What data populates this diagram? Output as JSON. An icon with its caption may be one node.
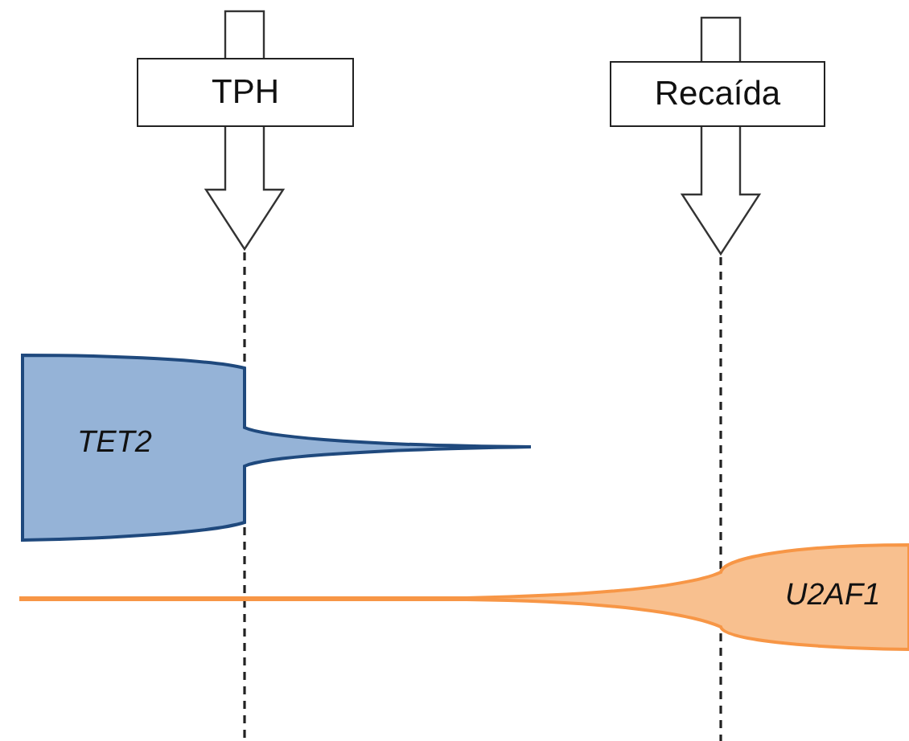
{
  "diagram": {
    "nodes": [
      {
        "text": [
          "TPH"
        ]
      },
      {
        "text": [
          "Recaída"
        ]
      },
      {
        "text": [
          "TET2"
        ]
      },
      {
        "text": [
          "U2AF1"
        ]
      }
    ],
    "edges": [
      {
        "from": 0,
        "to": null,
        "arrow": "to"
      },
      {
        "from": 1,
        "to": null,
        "arrow": "to"
      }
    ]
  }
}
